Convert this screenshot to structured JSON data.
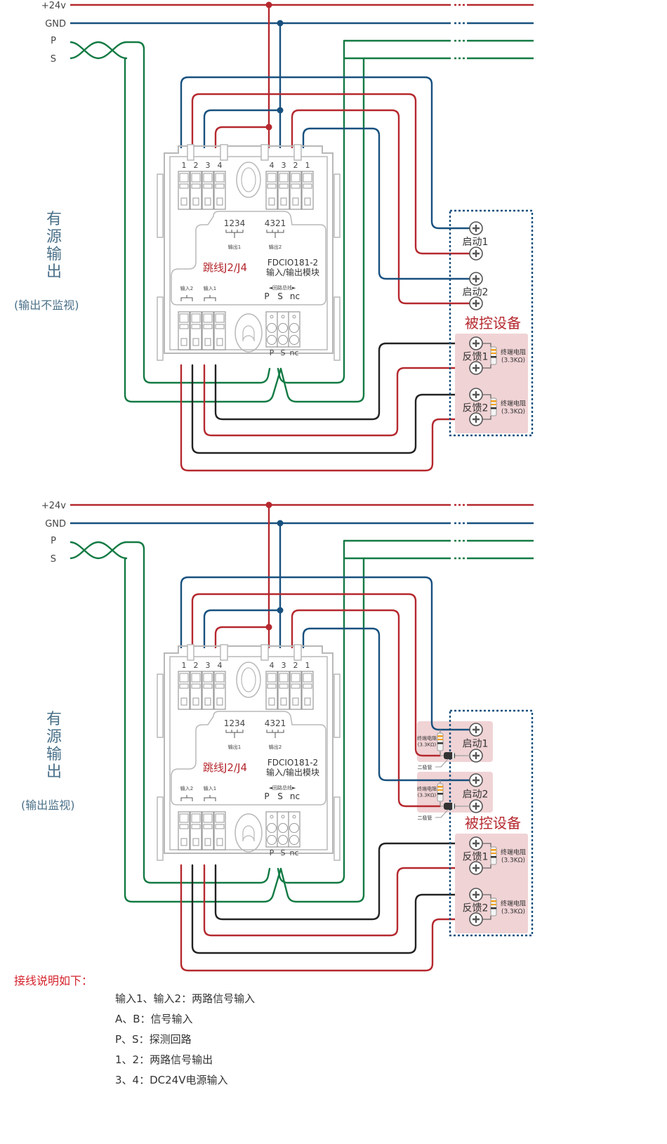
{
  "colors": {
    "power": "#b5282e",
    "ground": "#17507e",
    "loop": "#127a43",
    "feedback": "#222222",
    "module_outline": "#b8b8b8",
    "device_fill": "#f0d3d5",
    "title_red": "#b5282e",
    "side_label": "#4a7089"
  },
  "bus_labels": [
    "+24v",
    "GND",
    "P",
    "S"
  ],
  "diagrams": [
    {
      "side_label_chars": [
        "有",
        "源",
        "输",
        "出"
      ],
      "side_sublabel": "(输出不监视)",
      "module": {
        "top_left_terminals": [
          "1",
          "2",
          "3",
          "4"
        ],
        "top_right_terminals": [
          "4",
          "3",
          "2",
          "1"
        ],
        "jumper_left": "1234",
        "jumper_right": "4321",
        "jumper_left_caption": "输出1",
        "jumper_right_caption": "输出2",
        "jumper_title": "跳线J2/J4",
        "model": "FDCIO181-2",
        "model_desc": "输入/输出模块",
        "input2": "输入2",
        "input1": "输入1",
        "loop_bus": "◄回路总线►",
        "loop_terms": [
          "P",
          "S",
          "nc"
        ],
        "bottom_terms": [
          "P",
          "S",
          "nc"
        ]
      },
      "start_labels": [
        "启动1",
        "启动2"
      ],
      "device_title": "被控设备",
      "feedback_labels": [
        "反馈1",
        "反馈2"
      ],
      "resistor_label": "终端电阻",
      "resistor_value": "(3.3KΩ)",
      "monitored": false
    },
    {
      "side_label_chars": [
        "有",
        "源",
        "输",
        "出"
      ],
      "side_sublabel": "(输出监视)",
      "module": {
        "top_left_terminals": [
          "1",
          "2",
          "3",
          "4"
        ],
        "top_right_terminals": [
          "4",
          "3",
          "2",
          "1"
        ],
        "jumper_left": "1234",
        "jumper_right": "4321",
        "jumper_left_caption": "输出1",
        "jumper_right_caption": "输出2",
        "jumper_title": "跳线J2/J4",
        "model": "FDCIO181-2",
        "model_desc": "输入/输出模块",
        "input2": "输入2",
        "input1": "输入1",
        "loop_bus": "◄回路总线►",
        "loop_terms": [
          "P",
          "S",
          "nc"
        ],
        "bottom_terms": [
          "P",
          "S",
          "nc"
        ]
      },
      "start_labels": [
        "启动1",
        "启动2"
      ],
      "device_title": "被控设备",
      "feedback_labels": [
        "反馈1",
        "反馈2"
      ],
      "resistor_label": "终端电阻",
      "resistor_value": "(3.3KΩ)",
      "diode_label": "二极管",
      "monitored": true
    }
  ],
  "notes": {
    "title": "接线说明如下：",
    "items": [
      "输入1、输入2：两路信号输入",
      "A、B：信号输入",
      "P、S：探测回路",
      "1、2：两路信号输出",
      "3、4：DC24V电源输入"
    ]
  }
}
